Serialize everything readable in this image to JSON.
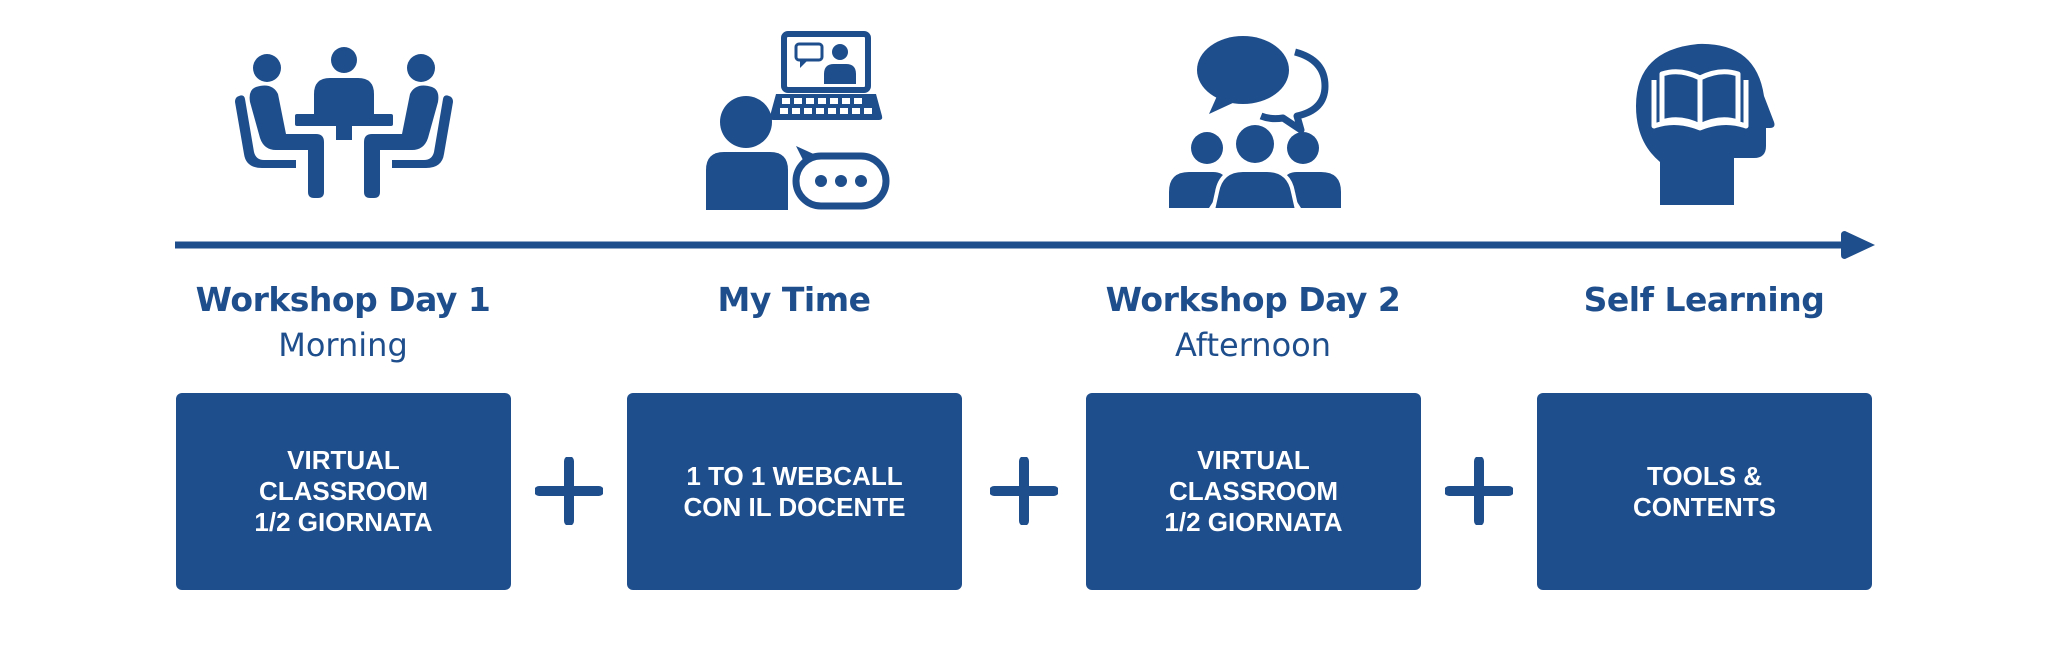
{
  "colors": {
    "primary": "#1f4e8c",
    "text_on_card": "#ffffff",
    "background": "#ffffff"
  },
  "timeline": {
    "stages": [
      {
        "icon": "meeting-table-icon",
        "title": "Workshop Day 1",
        "subtitle": "Morning",
        "card_text": "VIRTUAL\nCLASSROOM\n1/2 GIORNATA"
      },
      {
        "icon": "video-call-chat-icon",
        "title": "My Time",
        "subtitle": "",
        "card_text": "1 TO 1 WEBCALL\nCON IL DOCENTE"
      },
      {
        "icon": "group-discussion-icon",
        "title": "Workshop Day 2",
        "subtitle": "Afternoon",
        "card_text": "VIRTUAL\nCLASSROOM\n1/2 GIORNATA"
      },
      {
        "icon": "head-book-icon",
        "title": "Self Learning",
        "subtitle": "",
        "card_text": "TOOLS &\nCONTENTS"
      }
    ],
    "connector_symbol": "plus-icon"
  }
}
